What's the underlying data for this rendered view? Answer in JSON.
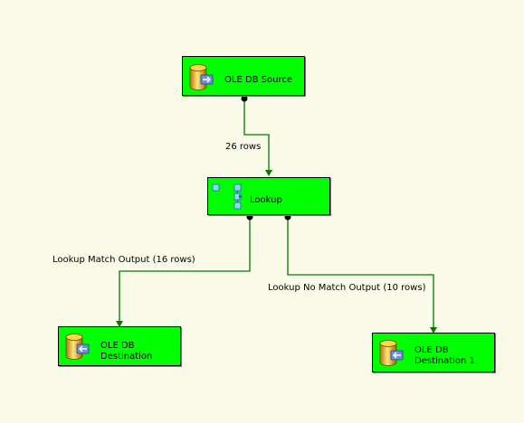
{
  "canvas": {
    "background": "#fbfbea",
    "node_color": "#00ff00",
    "connector_color": "#007a00"
  },
  "nodes": {
    "source": {
      "label": "OLE DB Source",
      "icon": "database-source-icon"
    },
    "lookup": {
      "label": "Lookup",
      "icon": "lookup-icon"
    },
    "destination": {
      "label_line1": "OLE DB",
      "label_line2": "Destination",
      "icon": "database-destination-icon"
    },
    "destination1": {
      "label_line1": "OLE DB",
      "label_line2": "Destination 1",
      "icon": "database-destination-icon"
    }
  },
  "connectors": {
    "source_to_lookup": "26 rows",
    "lookup_match": "Lookup Match Output (16 rows)",
    "lookup_no_match": "Lookup No Match Output (10 rows)"
  }
}
